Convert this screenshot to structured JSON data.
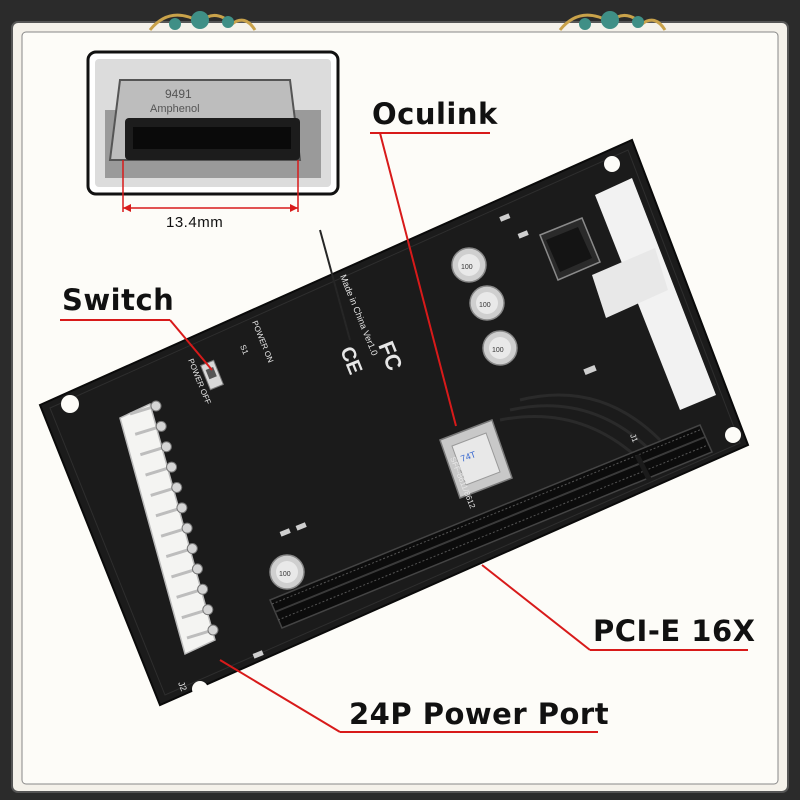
{
  "labels": {
    "oculink": "Oculink",
    "switch": "Switch",
    "pcie": "PCI-E 16X",
    "power_port": "24P Power Port",
    "dimension": "13.4mm"
  },
  "board_text": {
    "power_on": "POWER ON",
    "power_off": "POWER OFF",
    "made_in": "Made in China Ver1.0",
    "fcc": "FC",
    "ce": "CE",
    "connector": "SFF-8611/8612",
    "j1": "J1",
    "j2": "J2",
    "s1": "S1"
  },
  "inset_text": {
    "chip_code": "9491",
    "brand": "Amphenol"
  },
  "colors": {
    "board": "#1a1a1a",
    "frame": "#f4f1ea",
    "ornament": "#3f8f86",
    "ornament_gold": "#c9a24a",
    "leader": "#d81a1a",
    "text": "#111111"
  }
}
